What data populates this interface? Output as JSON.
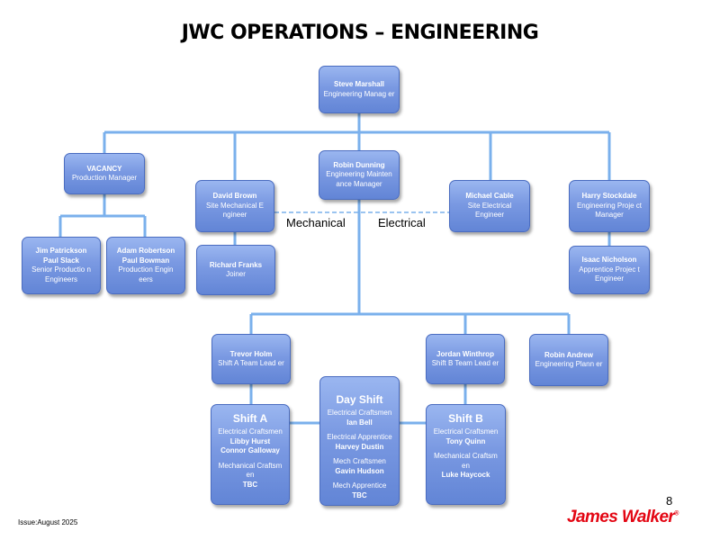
{
  "title": "JWC OPERATIONS – ENGINEERING",
  "labels": {
    "mechanical": "Mechanical",
    "electrical": "Electrical"
  },
  "nodes": {
    "steve": {
      "name": "Steve Marshall",
      "role": "Engineering Manag er"
    },
    "vacancy": {
      "name": "VACANCY",
      "role": "Production Manager"
    },
    "robin_d": {
      "name": "Robin Dunning",
      "role": "Engineering Mainten ance Manager"
    },
    "david": {
      "name": "David Brown",
      "role": "Site Mechanical E ngineer"
    },
    "michael": {
      "name": "Michael Cable",
      "role": "Site Electrical Engineer"
    },
    "harry": {
      "name": "Harry Stockdale",
      "role": "Engineering Proje ct Manager"
    },
    "jim": {
      "name1": "Jim Patrickson",
      "name2": "Paul Slack",
      "role": "Senior Productio n Engineers"
    },
    "adam": {
      "name1": "Adam Robertson",
      "name2": "Paul Bowman",
      "role": "Production Engin eers"
    },
    "richard": {
      "name": "Richard Franks",
      "role": "Joiner"
    },
    "isaac": {
      "name": "Isaac Nicholson",
      "role": "Apprentice Projec t Engineer"
    },
    "trevor": {
      "name": "Trevor Holm",
      "role": "Shift A Team Lead er"
    },
    "jordan": {
      "name": "Jordan Winthrop",
      "role": "Shift B Team Lead er"
    },
    "robin_a": {
      "name": "Robin Andrew",
      "role": "Engineering Plann er"
    },
    "shift_a": {
      "title": "Shift A",
      "role1": "Electrical Craftsmen",
      "name1": "Libby Hurst",
      "name2": "Connor Galloway",
      "role2": "Mechanical Craftsm en",
      "name3": "TBC"
    },
    "day_shift": {
      "title": "Day Shift",
      "role1": "Electrical Craftsmen",
      "name1": "Ian Bell",
      "role2": "Electrical Apprentice",
      "name2": "Harvey Dustin",
      "role3": "Mech Craftsmen",
      "name3": "Gavin Hudson",
      "role4": "Mech Apprentice",
      "name4": "TBC"
    },
    "shift_b": {
      "title": "Shift B",
      "role1": "Electrical Craftsmen",
      "name1": "Tony Quinn",
      "role2": "Mechanical Craftsm en",
      "name2": "Luke Haycock"
    }
  },
  "footer": {
    "issue": "Issue:August 2025",
    "page": "8",
    "logo": "James Walker",
    "logo_mark": "®"
  },
  "colors": {
    "box": "#7a99e2",
    "line": "#7ab0ec",
    "logo": "#e30613"
  }
}
